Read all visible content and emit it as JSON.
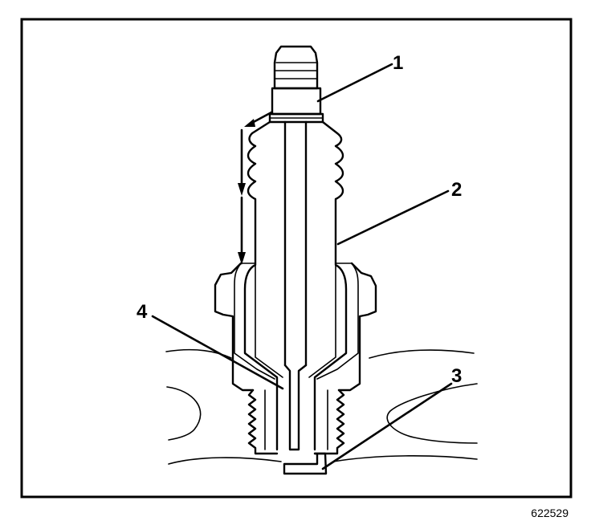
{
  "callouts": [
    {
      "id": "1",
      "label": "1"
    },
    {
      "id": "2",
      "label": "2"
    },
    {
      "id": "3",
      "label": "3"
    },
    {
      "id": "4",
      "label": "4"
    }
  ],
  "figure_number": "622529",
  "colors": {
    "ink": "#000000",
    "paper": "#ffffff"
  }
}
